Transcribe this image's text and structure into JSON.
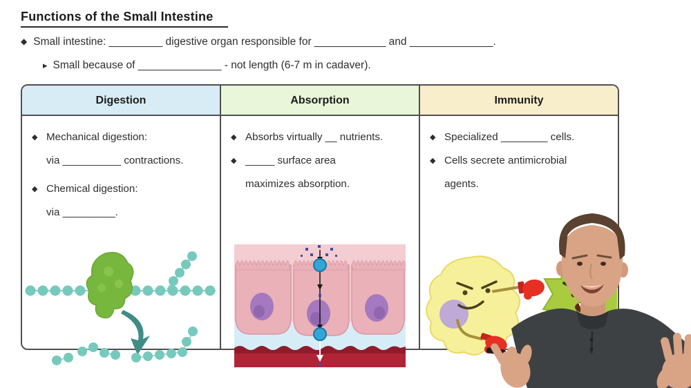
{
  "slide": {
    "title": "Functions of the Small Intestine",
    "bullet1": "Small intestine: _________ digestive organ responsible for ____________ and ______________.",
    "bullet2": "Small because of ______________ - not length (6-7 m in cadaver)."
  },
  "glyphs": {
    "diamond": "◆",
    "triangle": "▸"
  },
  "table": {
    "columns": [
      {
        "header": "Digestion",
        "items": [
          "Mechanical digestion:",
          "via __________ contractions.",
          "Chemical digestion:",
          "via _________."
        ],
        "illustration_alt": "enzyme breaking a polysaccharide chain into fragments"
      },
      {
        "header": "Absorption",
        "items": [
          "Absorbs virtually __ nutrients.",
          "_____ surface area",
          "maximizes absorption."
        ],
        "illustration_alt": "nutrient transported across intestinal epithelial cells into blood"
      },
      {
        "header": "Immunity",
        "items": [
          "Specialized ________ cells.",
          "Cells secrete antimicrobial",
          "agents."
        ],
        "illustration_alt": "immune cell with boxing gloves fighting a microbe"
      }
    ]
  },
  "colors": {
    "table_border": "#4f4f4f",
    "header_digestion_bg": "#d8ecf6",
    "header_absorption_bg": "#e9f6d9",
    "header_immunity_bg": "#f9eecb",
    "bead_teal": "#76c9bd",
    "enzyme_green": "#77b73e",
    "epithelium_pink": "#eab1b9",
    "nucleus_purple": "#a579bf",
    "blood_red": "#b12437",
    "transporter_blue": "#35a4d6",
    "immune_cell_yellow": "#f7f09a",
    "microbe_green": "#a8cb3f",
    "boxing_glove_red": "#e53023",
    "instructor_shirt": "#3d4144"
  }
}
